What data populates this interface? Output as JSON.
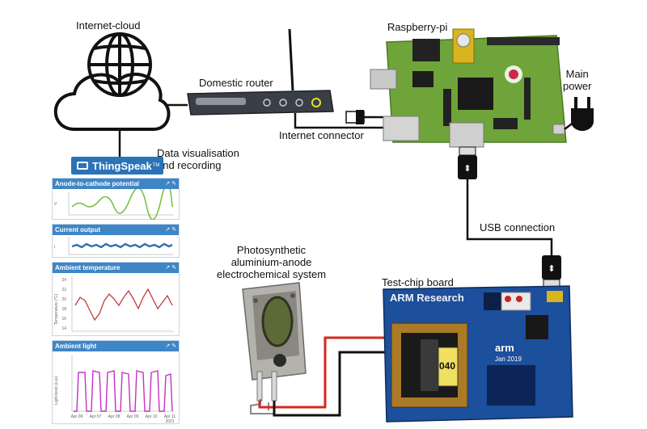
{
  "labels": {
    "internet_cloud": "Internet-cloud",
    "domestic_router": "Domestic router",
    "raspberry_pi": "Raspberry-pi",
    "main_power": "Main\npower",
    "internet_connector": "Internet connector",
    "data_visualisation": "Data visualisation\nand recording",
    "usb_connection": "USB connection",
    "photosynthetic": "Photosynthetic\naluminium-anode\nelectrochemical system",
    "test_chip_board": "Test-chip board"
  },
  "thingspeak": {
    "logo": "ThingSpeak",
    "logo_tm": "TM",
    "panels": [
      {
        "title": "Anode-to-cathode potential",
        "ylabel": "V",
        "color": "#7bc043"
      },
      {
        "title": "Current output",
        "ylabel": "I",
        "color": "#2f6fb0"
      },
      {
        "title": "Ambient temperature",
        "ylabel": "Temperature (°C)",
        "color": "#c23b3b",
        "yticks": [
          "24",
          "22",
          "20",
          "18",
          "16",
          "14"
        ]
      },
      {
        "title": "Ambient light",
        "ylabel": "Light level (Lux)",
        "color": "#c62fc6",
        "xticks": [
          "Apr 06",
          "Apr 07",
          "Apr 08",
          "Apr 09",
          "Apr 10",
          "Apr 11"
        ],
        "xyear": "2021"
      }
    ]
  },
  "board": {
    "brand": "ARM Research",
    "chip_number": "040",
    "arm_logo": "arm",
    "arm_date": "Jan 2019"
  },
  "colors": {
    "thingspeak_blue": "#2a73b8",
    "pi_green": "#6fa43a",
    "board_blue": "#1c4f9c",
    "wire_red": "#d42a1f",
    "wire_black": "#111111"
  },
  "icons": [
    "globe-icon",
    "cloud-icon",
    "power-plug-icon",
    "usb-plug-icon",
    "ethernet-plug-icon",
    "antenna-icon"
  ]
}
